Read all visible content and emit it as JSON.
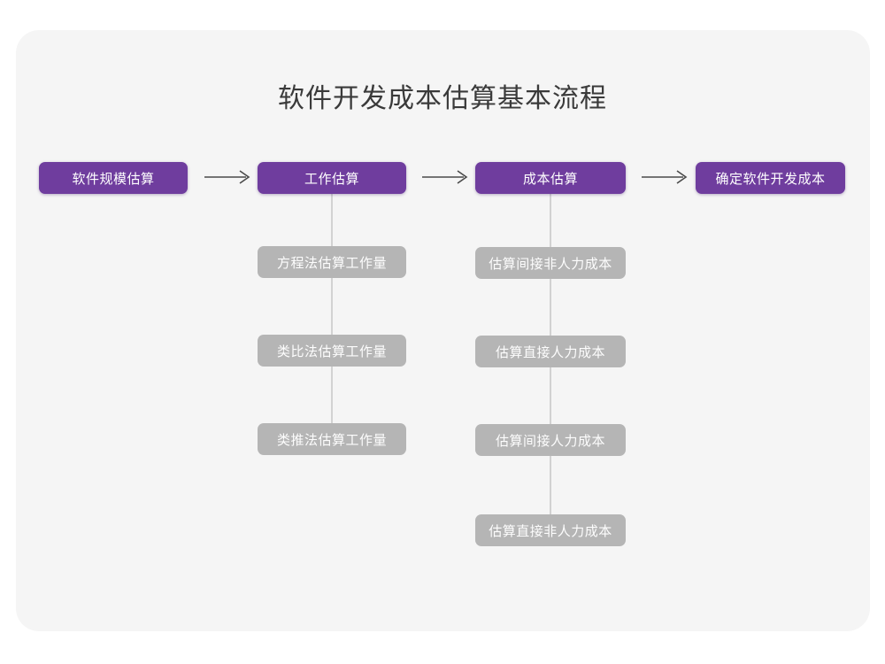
{
  "diagram": {
    "title": "软件开发成本估算基本流程",
    "background_color": "#ffffff",
    "card_color": "#f5f5f5",
    "primary_color": "#6f3d9e",
    "secondary_color": "#b5b5b5",
    "title_color": "#3a3a3a",
    "connector_color": "#d2d2d2",
    "arrow_icon": "long-right-arrow"
  },
  "flow": {
    "steps": [
      {
        "id": "step-1",
        "label": "软件规模估算",
        "substeps": []
      },
      {
        "id": "step-2",
        "label": "工作估算",
        "substeps": [
          {
            "label": "方程法估算工作量"
          },
          {
            "label": "类比法估算工作量"
          },
          {
            "label": "类推法估算工作量"
          }
        ]
      },
      {
        "id": "step-3",
        "label": "成本估算",
        "substeps": [
          {
            "label": "估算间接非人力成本"
          },
          {
            "label": "估算直接人力成本"
          },
          {
            "label": "估算间接人力成本"
          },
          {
            "label": "估算直接非人力成本"
          }
        ]
      },
      {
        "id": "step-4",
        "label": "确定软件开发成本",
        "substeps": []
      }
    ]
  }
}
